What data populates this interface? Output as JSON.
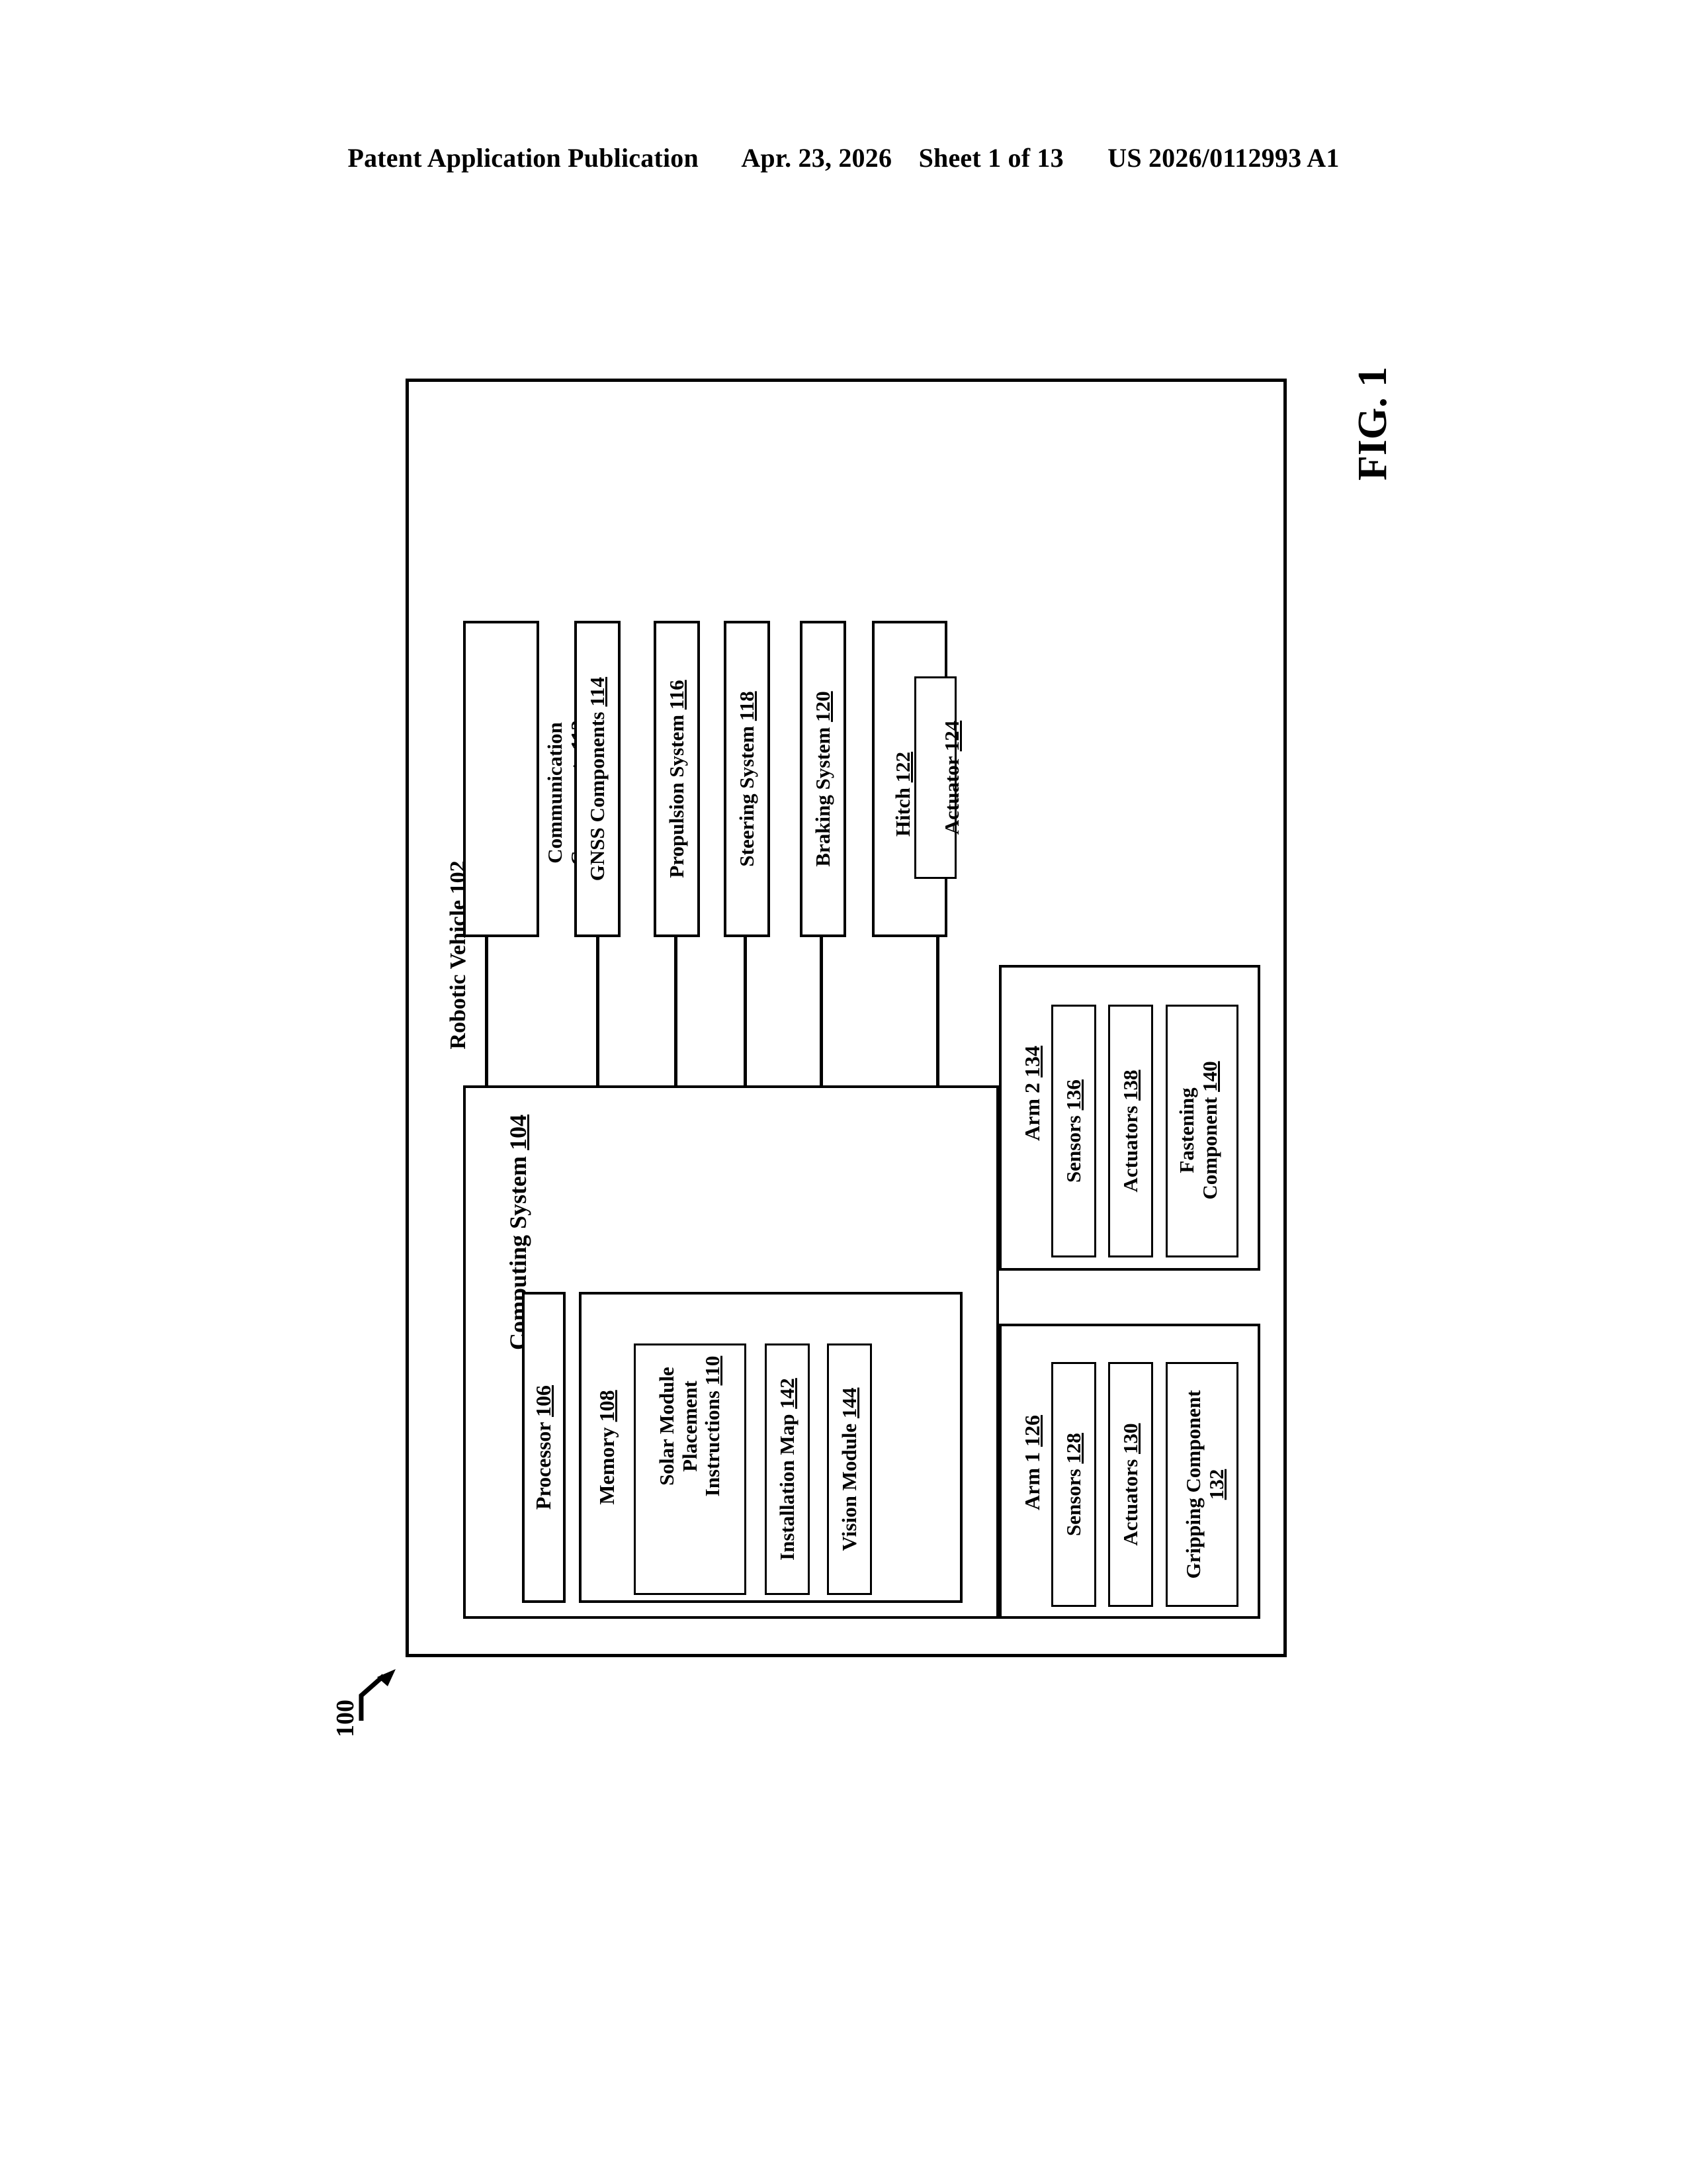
{
  "header": {
    "publication": "Patent Application Publication",
    "date": "Apr. 23, 2026",
    "sheet": "Sheet 1 of 13",
    "pub_number": "US 2026/0112993 A1"
  },
  "figure": {
    "label": "FIG. 1",
    "system_ref": "100"
  },
  "diagram": {
    "outer": {
      "title": "Robotic Vehicle",
      "ref": "102"
    },
    "computing_system": {
      "title": "Computing System",
      "ref": "104"
    },
    "processor": {
      "title": "Processor",
      "ref": "106"
    },
    "memory": {
      "title": "Memory",
      "ref": "108"
    },
    "solar_instructions": {
      "line1": "Solar Module",
      "line2": "Placement",
      "line3": "Instructions",
      "ref": "110"
    },
    "installation_map": {
      "title": "Installation Map",
      "ref": "142"
    },
    "vision_module": {
      "title": "Vision Module",
      "ref": "144"
    },
    "peripherals": [
      {
        "line1": "Communication",
        "line2": "Components",
        "ref": "112"
      },
      {
        "line1": "GNSS Components",
        "ref": "114"
      },
      {
        "line1": "Propulsion System",
        "ref": "116"
      },
      {
        "line1": "Steering System",
        "ref": "118"
      },
      {
        "line1": "Braking System",
        "ref": "120"
      }
    ],
    "hitch": {
      "title": "Hitch",
      "ref": "122"
    },
    "actuator": {
      "title": "Actuator",
      "ref": "124"
    },
    "arm1": {
      "title": "Arm 1",
      "ref": "126",
      "children": [
        {
          "line1": "Sensors",
          "ref": "128"
        },
        {
          "line1": "Actuators",
          "ref": "130"
        },
        {
          "line1": "Gripping Component",
          "line2": "132",
          "ref": "132",
          "ref_on_own_line": true
        }
      ]
    },
    "arm2": {
      "title": "Arm 2",
      "ref": "134",
      "children": [
        {
          "line1": "Sensors",
          "ref": "136"
        },
        {
          "line1": "Actuators",
          "ref": "138"
        },
        {
          "line1": "Fastening",
          "line2": "Component",
          "ref": "140"
        }
      ]
    }
  },
  "colors": {
    "ink": "#000000",
    "paper": "#ffffff"
  }
}
